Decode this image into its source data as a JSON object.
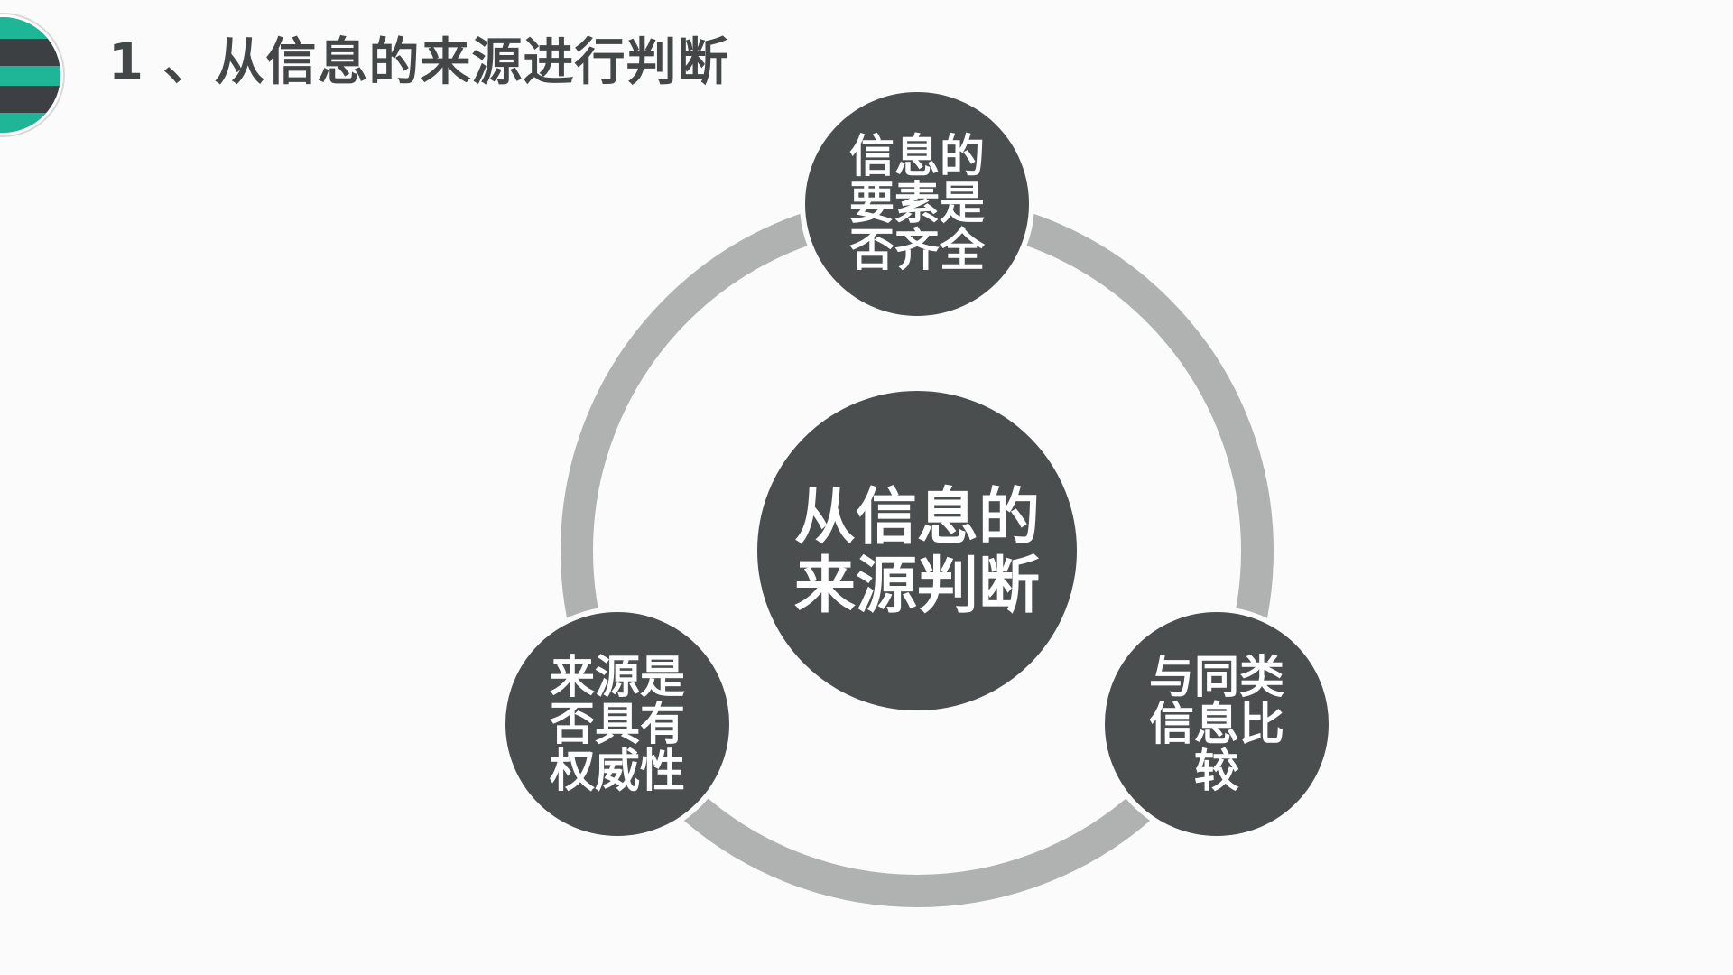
{
  "slide": {
    "title": "1 、从信息的来源进行判断"
  },
  "colors": {
    "background": "#fbfbfb",
    "node_fill": "#4a4e4f",
    "ring": "#b0b1b1",
    "title_text": "#444748",
    "node_text": "#ffffff",
    "logo_teal": "#1fb597",
    "logo_dark": "#3d4042"
  },
  "diagram": {
    "center": {
      "label": "从信息的\n来源判断"
    },
    "nodes": [
      {
        "id": "top",
        "label": "信息的\n要素是\n否齐全"
      },
      {
        "id": "left",
        "label": "来源是\n否具有\n权威性"
      },
      {
        "id": "right",
        "label": "与同类\n信息比\n较"
      }
    ]
  }
}
